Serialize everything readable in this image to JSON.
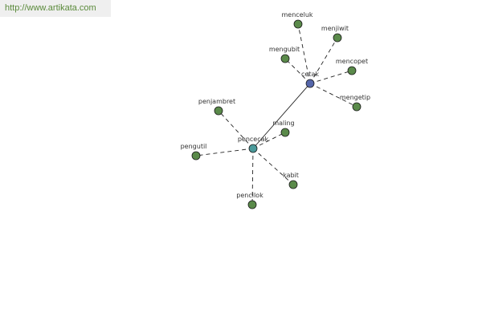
{
  "watermark": "http://www.artikata.com",
  "colors": {
    "leaf": "#5a8a4a",
    "hub_primary": "#5566aa",
    "hub_secondary": "#4a9a9a",
    "edge": "#222222"
  },
  "nodes": [
    {
      "id": "cetak",
      "label": "cetak",
      "kind": "hub_primary"
    },
    {
      "id": "pencecak",
      "label": "pencecak",
      "kind": "hub_secondary"
    },
    {
      "id": "menceluk",
      "label": "menceluk",
      "kind": "leaf"
    },
    {
      "id": "menjiwit",
      "label": "menjiwit",
      "kind": "leaf"
    },
    {
      "id": "mengubit",
      "label": "mengubit",
      "kind": "leaf"
    },
    {
      "id": "mencopet",
      "label": "mencopet",
      "kind": "leaf"
    },
    {
      "id": "mengetip",
      "label": "mengetip",
      "kind": "leaf"
    },
    {
      "id": "penjambret",
      "label": "penjambret",
      "kind": "leaf"
    },
    {
      "id": "maling",
      "label": "maling",
      "kind": "leaf"
    },
    {
      "id": "pengutil",
      "label": "pengutil",
      "kind": "leaf"
    },
    {
      "id": "kabit",
      "label": "kabit",
      "kind": "leaf"
    },
    {
      "id": "pencilok",
      "label": "pencilok",
      "kind": "leaf"
    }
  ],
  "edges": [
    {
      "from": "cetak",
      "to": "pencecak",
      "style": "solid"
    },
    {
      "from": "cetak",
      "to": "menceluk",
      "style": "dashed"
    },
    {
      "from": "cetak",
      "to": "menjiwit",
      "style": "dashed"
    },
    {
      "from": "cetak",
      "to": "mengubit",
      "style": "dashed"
    },
    {
      "from": "cetak",
      "to": "mencopet",
      "style": "dashed"
    },
    {
      "from": "cetak",
      "to": "mengetip",
      "style": "dashed"
    },
    {
      "from": "pencecak",
      "to": "penjambret",
      "style": "dashed"
    },
    {
      "from": "pencecak",
      "to": "maling",
      "style": "dashed"
    },
    {
      "from": "pencecak",
      "to": "pengutil",
      "style": "dashed"
    },
    {
      "from": "pencecak",
      "to": "kabit",
      "style": "dashed"
    },
    {
      "from": "pencecak",
      "to": "pencilok",
      "style": "dashed"
    }
  ]
}
